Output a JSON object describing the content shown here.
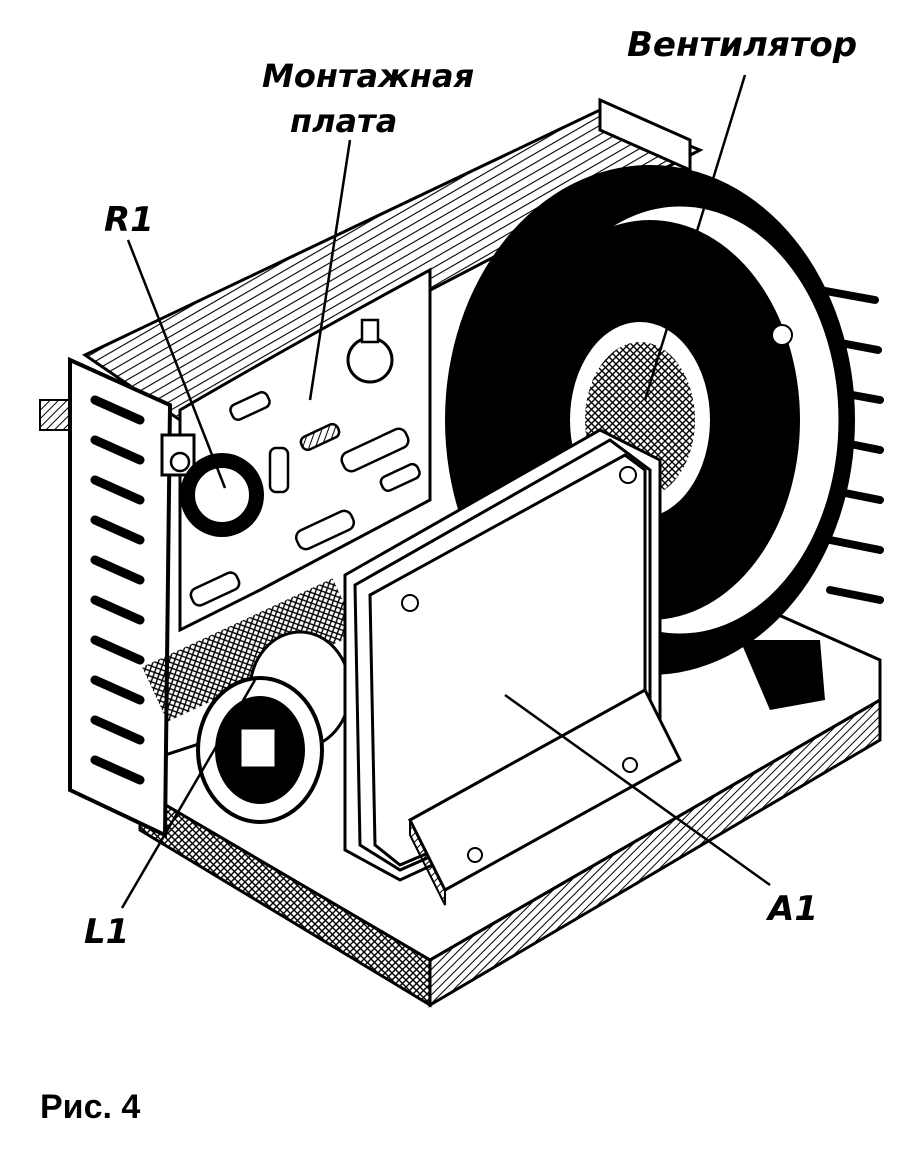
{
  "labels": {
    "r1": "R1",
    "mounting_board_line1": "Монтажная",
    "mounting_board_line2": "плата",
    "fan": "Вентилятор",
    "l1": "L1",
    "a1": "A1"
  },
  "caption": "Рис. 4"
}
